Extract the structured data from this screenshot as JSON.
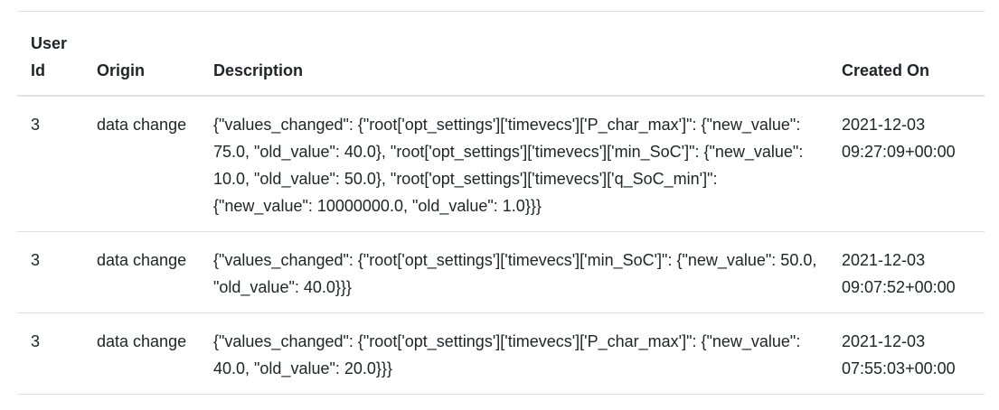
{
  "table": {
    "headers": {
      "user_id": "User Id",
      "origin": "Origin",
      "description": "Description",
      "created_on": "Created On"
    },
    "rows": [
      {
        "user_id": "3",
        "origin": "data change",
        "description": "{\"values_changed\": {\"root['opt_settings']['timevecs']['P_char_max']\": {\"new_value\": 75.0, \"old_value\": 40.0}, \"root['opt_settings']['timevecs']['min_SoC']\": {\"new_value\": 10.0, \"old_value\": 50.0}, \"root['opt_settings']['timevecs']['q_SoC_min']\": {\"new_value\": 10000000.0, \"old_value\": 1.0}}}",
        "created_on": "2021-12-03 09:27:09+00:00"
      },
      {
        "user_id": "3",
        "origin": "data change",
        "description": "{\"values_changed\": {\"root['opt_settings']['timevecs']['min_SoC']\": {\"new_value\": 50.0, \"old_value\": 40.0}}}",
        "created_on": "2021-12-03 09:07:52+00:00"
      },
      {
        "user_id": "3",
        "origin": "data change",
        "description": "{\"values_changed\": {\"root['opt_settings']['timevecs']['P_char_max']\": {\"new_value\": 40.0, \"old_value\": 20.0}}}",
        "created_on": "2021-12-03 07:55:03+00:00"
      }
    ]
  }
}
